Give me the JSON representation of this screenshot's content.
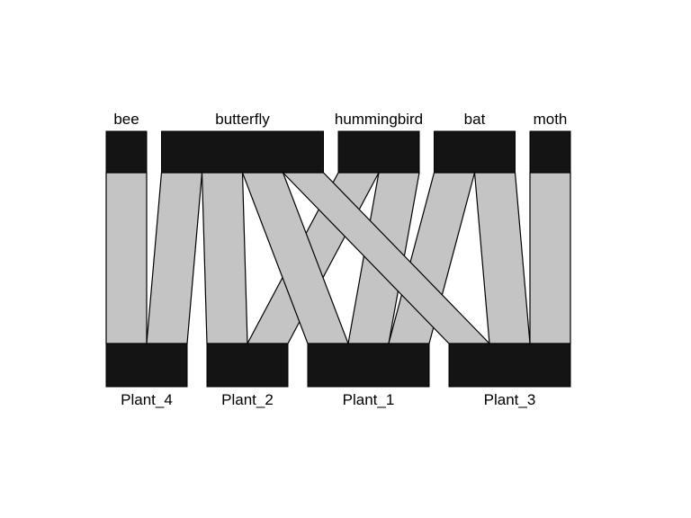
{
  "diagram": {
    "type": "bipartite-web",
    "colors": {
      "box_fill": "#141414",
      "link_fill": "#c4c4c4",
      "stroke": "#000000",
      "background": "#ffffff"
    },
    "higher_level": [
      {
        "id": "bee",
        "label": "bee"
      },
      {
        "id": "butterfly",
        "label": "butterfly"
      },
      {
        "id": "hummingbird",
        "label": "hummingbird"
      },
      {
        "id": "bat",
        "label": "bat"
      },
      {
        "id": "moth",
        "label": "moth"
      }
    ],
    "lower_level": [
      {
        "id": "Plant_4",
        "label": "Plant_4"
      },
      {
        "id": "Plant_2",
        "label": "Plant_2"
      },
      {
        "id": "Plant_1",
        "label": "Plant_1"
      },
      {
        "id": "Plant_3",
        "label": "Plant_3"
      }
    ],
    "interactions": [
      {
        "from": "bee",
        "to": "Plant_4",
        "weight": 1
      },
      {
        "from": "butterfly",
        "to": "Plant_4",
        "weight": 1
      },
      {
        "from": "butterfly",
        "to": "Plant_2",
        "weight": 1
      },
      {
        "from": "butterfly",
        "to": "Plant_1",
        "weight": 1
      },
      {
        "from": "butterfly",
        "to": "Plant_3",
        "weight": 1
      },
      {
        "from": "hummingbird",
        "to": "Plant_2",
        "weight": 1
      },
      {
        "from": "hummingbird",
        "to": "Plant_1",
        "weight": 1
      },
      {
        "from": "bat",
        "to": "Plant_1",
        "weight": 1
      },
      {
        "from": "bat",
        "to": "Plant_3",
        "weight": 1
      },
      {
        "from": "moth",
        "to": "Plant_3",
        "weight": 1
      }
    ]
  }
}
